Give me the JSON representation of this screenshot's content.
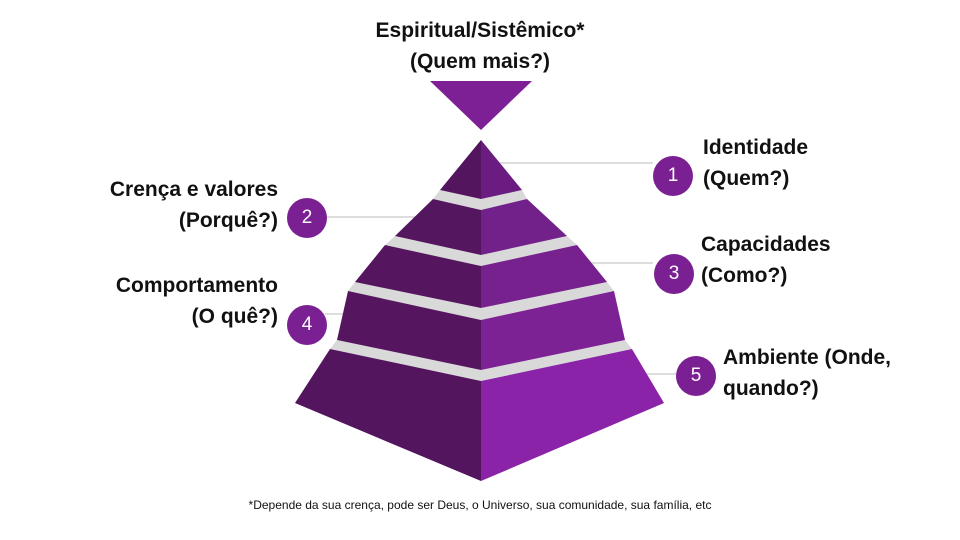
{
  "top": {
    "title": "Espiritual/Sistêmico*",
    "subtitle": "(Quem mais?)"
  },
  "levels": [
    {
      "number": "1",
      "line1": "Identidade",
      "line2": "(Quem?)"
    },
    {
      "number": "2",
      "line1": "Crença e valores",
      "line2": "(Porquê?)"
    },
    {
      "number": "3",
      "line1": "Capacidades",
      "line2": "(Como?)"
    },
    {
      "number": "4",
      "line1": "Comportamento",
      "line2": "(O quê?)"
    },
    {
      "number": "5",
      "line1": "Ambiente (Onde,",
      "line2": "quando?)"
    }
  ],
  "footnote": "*Depende da sua crença, pode ser Deus, o Universo, sua comunidade, sua família, etc",
  "colors": {
    "dark_face": "#53165e",
    "light_face": "#8a23a8",
    "gap": "#d9d9d9",
    "badge": "#7b2093",
    "connector": "#bbbbbb"
  }
}
